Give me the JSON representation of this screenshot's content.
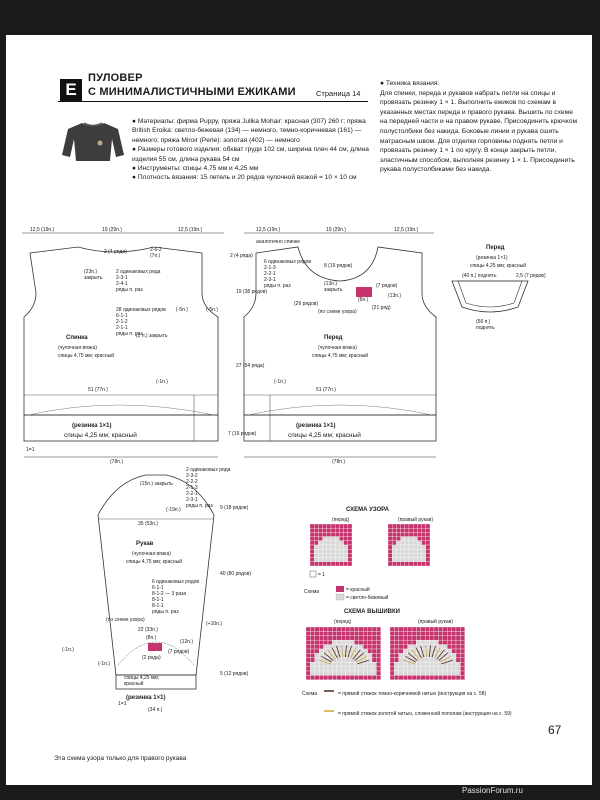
{
  "header": {
    "letter": "E",
    "title_line1": "ПУЛОВЕР",
    "title_line2": "С МИНИМАЛИСТИЧНЫМИ ЕЖИКАМИ",
    "page_ref": "Страница 14"
  },
  "materials": [
    "● Материалы: фирма Puppy, пряжа Julika Mohair: красная (307) 260 г; пряжа British Eroika: светло-бежевая (134) — немного, темно-коричневая (161) — немного; пряжа Miroir (Perle): золотая (402) — немного",
    "● Размеры готового изделия: обхват груди 102 см, ширина плеч 44 см, длина изделия 55 см, длина рукава 54 см",
    "● Инструменты: спицы 4,75 мм и 4,25 мм",
    "● Плотность вязания: 15 петель и 20 рядов чулочной вязкой = 10 × 10 см"
  ],
  "technique": {
    "heading": "● Техника вязания:",
    "text": "Для спинки, переда и рукавов набрать петли на спицы и провязать резинку 1 × 1. Выполнить ежиков по схемам в указанных местах переда и правого рукава. Вышить по схеме на передней части и на правом рукаве. Присоединить крючком полустолбики без накида. Боковые линии и рукава сшить матрасным швом. Для отделки горловины поднять петли и провязать резинку 1 × 1 по кругу. В конце закрыть петли, эластичным способом, выполняя резинку 1 × 1. Присоединить рукава полустолбиками без накида."
  },
  "back": {
    "name": "Спинка",
    "stitch": "(чулочная вязка)",
    "needles": "спицы 4,75 мм; красный",
    "rib": "(резинка 1×1)",
    "rib_needles": "спицы 4,25 мм; красный",
    "dim_shoulder": "12,5 (19п.)",
    "dim_neck": "19 (29п.)",
    "dim_shoulder2": "12,5 (19п.)",
    "neck_rows": "2 (4 ряда)",
    "neck_shape": "2-6-2\n(7п.)",
    "bind_off": "(23п.)\nзакрыть",
    "shoulder_rows": "2 одинаковых ряда\n2-3-1\n2-4-1\nряды п. раз",
    "armhole": "19 (38 рядов)",
    "armhole_dec": "28 одинаковых рядов\n6-1-1\n2-1-2\n2-1-1\nряды п. раз",
    "armhole_bo": "(2 п.) закрыть",
    "side": "(-5п.)",
    "side2": "(-5п.)",
    "body_rows": "27 (54 ряда)",
    "width": "51 (77п.)",
    "hem_dec": "(-1п.)",
    "rib_rows": "7 (16 рядов)",
    "total_width": "(78п.)",
    "marker": "1=1"
  },
  "front": {
    "name": "Перед",
    "stitch": "(чулочная вязка)",
    "needles": "спицы 4,75 мм; красный",
    "rib": "(резинка 1×1)",
    "rib_needles": "спицы 4,25 мм; красный",
    "dim_shoulder": "12,5 (19п.)",
    "dim_neck": "19 (29п.)",
    "dim_shoulder2": "12,5 (19п.)",
    "similar": "аналогично спинке",
    "neck_rows": "2 (4 ряда)",
    "neck_dec": "6 одинаковых рядов\n2-1-3\n2-2-1\n2-3-1\nряды п. раз",
    "neck_depth": "8 (16 рядов)",
    "bind": "(13п.)\nзакрыть",
    "pattern_rows": "(26 рядов)",
    "pattern_note": "(по схеме узора)",
    "pattern_rows2": "(21 ряд)",
    "motif_w": "(8п.)",
    "motif_h": "(7 рядов)",
    "side": "(13п.)",
    "width": "51 (77п.)",
    "hem_dec": "(-1п.)",
    "total_width": "(78п.)"
  },
  "neckband": {
    "name": "Перед",
    "rib": "(резинка 1×1)",
    "needles": "спицы 4,25 мм; красный",
    "pickup": "(40 п.) поднять",
    "depth": "2,5 (7 рядов)",
    "bottom": "(56 п.)\nподнять"
  },
  "sleeve": {
    "name": "Рукав",
    "stitch": "(чулочная вязка)",
    "needles": "спицы 4,75 мм; красный",
    "top_bo": "(15п.) закрыть",
    "cap_rows": "2 одинаковых ряда\n2-3-2\n2-2-2\n2-1-3\n2-2-1\n2-3-1\nряды п. раз",
    "cap_dec": "(-19п.)",
    "cap_height": "9 (18 рядов)",
    "width": "35 (53п.)",
    "incr": "6 одинаковых рядов\n6-1-1\n8-1-2 — 3 раза\n8-1-1\n8-1-1\nряды п. раз",
    "sleeve_len": "40 (80 рядов)",
    "pattern_note": "(по схеме узора)",
    "pattern_w": "22 (33п.)",
    "side_inc": "(+10п.)",
    "motif_w": "(8п.)",
    "motif_rows": "(2 ряда)",
    "motif_h": "(7 рядов)",
    "rows12": "(12п.)",
    "dec1": "(-1п.)",
    "dec2": "(-1п.)",
    "rib_needles": "спицы 4,25 мм;\nкрасный",
    "rib": "(резинка 1×1)",
    "rib_rows": "5 (12 рядов)",
    "bottom": "(34 п.)",
    "marker": "1=1"
  },
  "pattern_chart": {
    "title": "СХЕМА УЗОРА",
    "left_label": "(перед)",
    "right_label": "(правый рукав)",
    "legend_cell": "= 1",
    "legend_head": "Схема",
    "legend_red": "= красный",
    "legend_beige": "= светло-бежевый",
    "color_red": "#c6346e",
    "color_beige": "#d9d9d9"
  },
  "embroidery_chart": {
    "title": "СХЕМА ВЫШИВКИ",
    "left_label": "(перед)",
    "right_label": "(правый рукав)",
    "legend_head": "Схема",
    "legend_brown": "= прямой стежок темно-коричневой нитью (инструкция на с. 58)",
    "legend_gold": "= прямой стежок золотой нитью, сложенной пополам (инструкция на с. 59)"
  },
  "footer_note": "Эта схема узора только для правого рукава",
  "page_number": "67",
  "watermark": "PassionForum.ru"
}
